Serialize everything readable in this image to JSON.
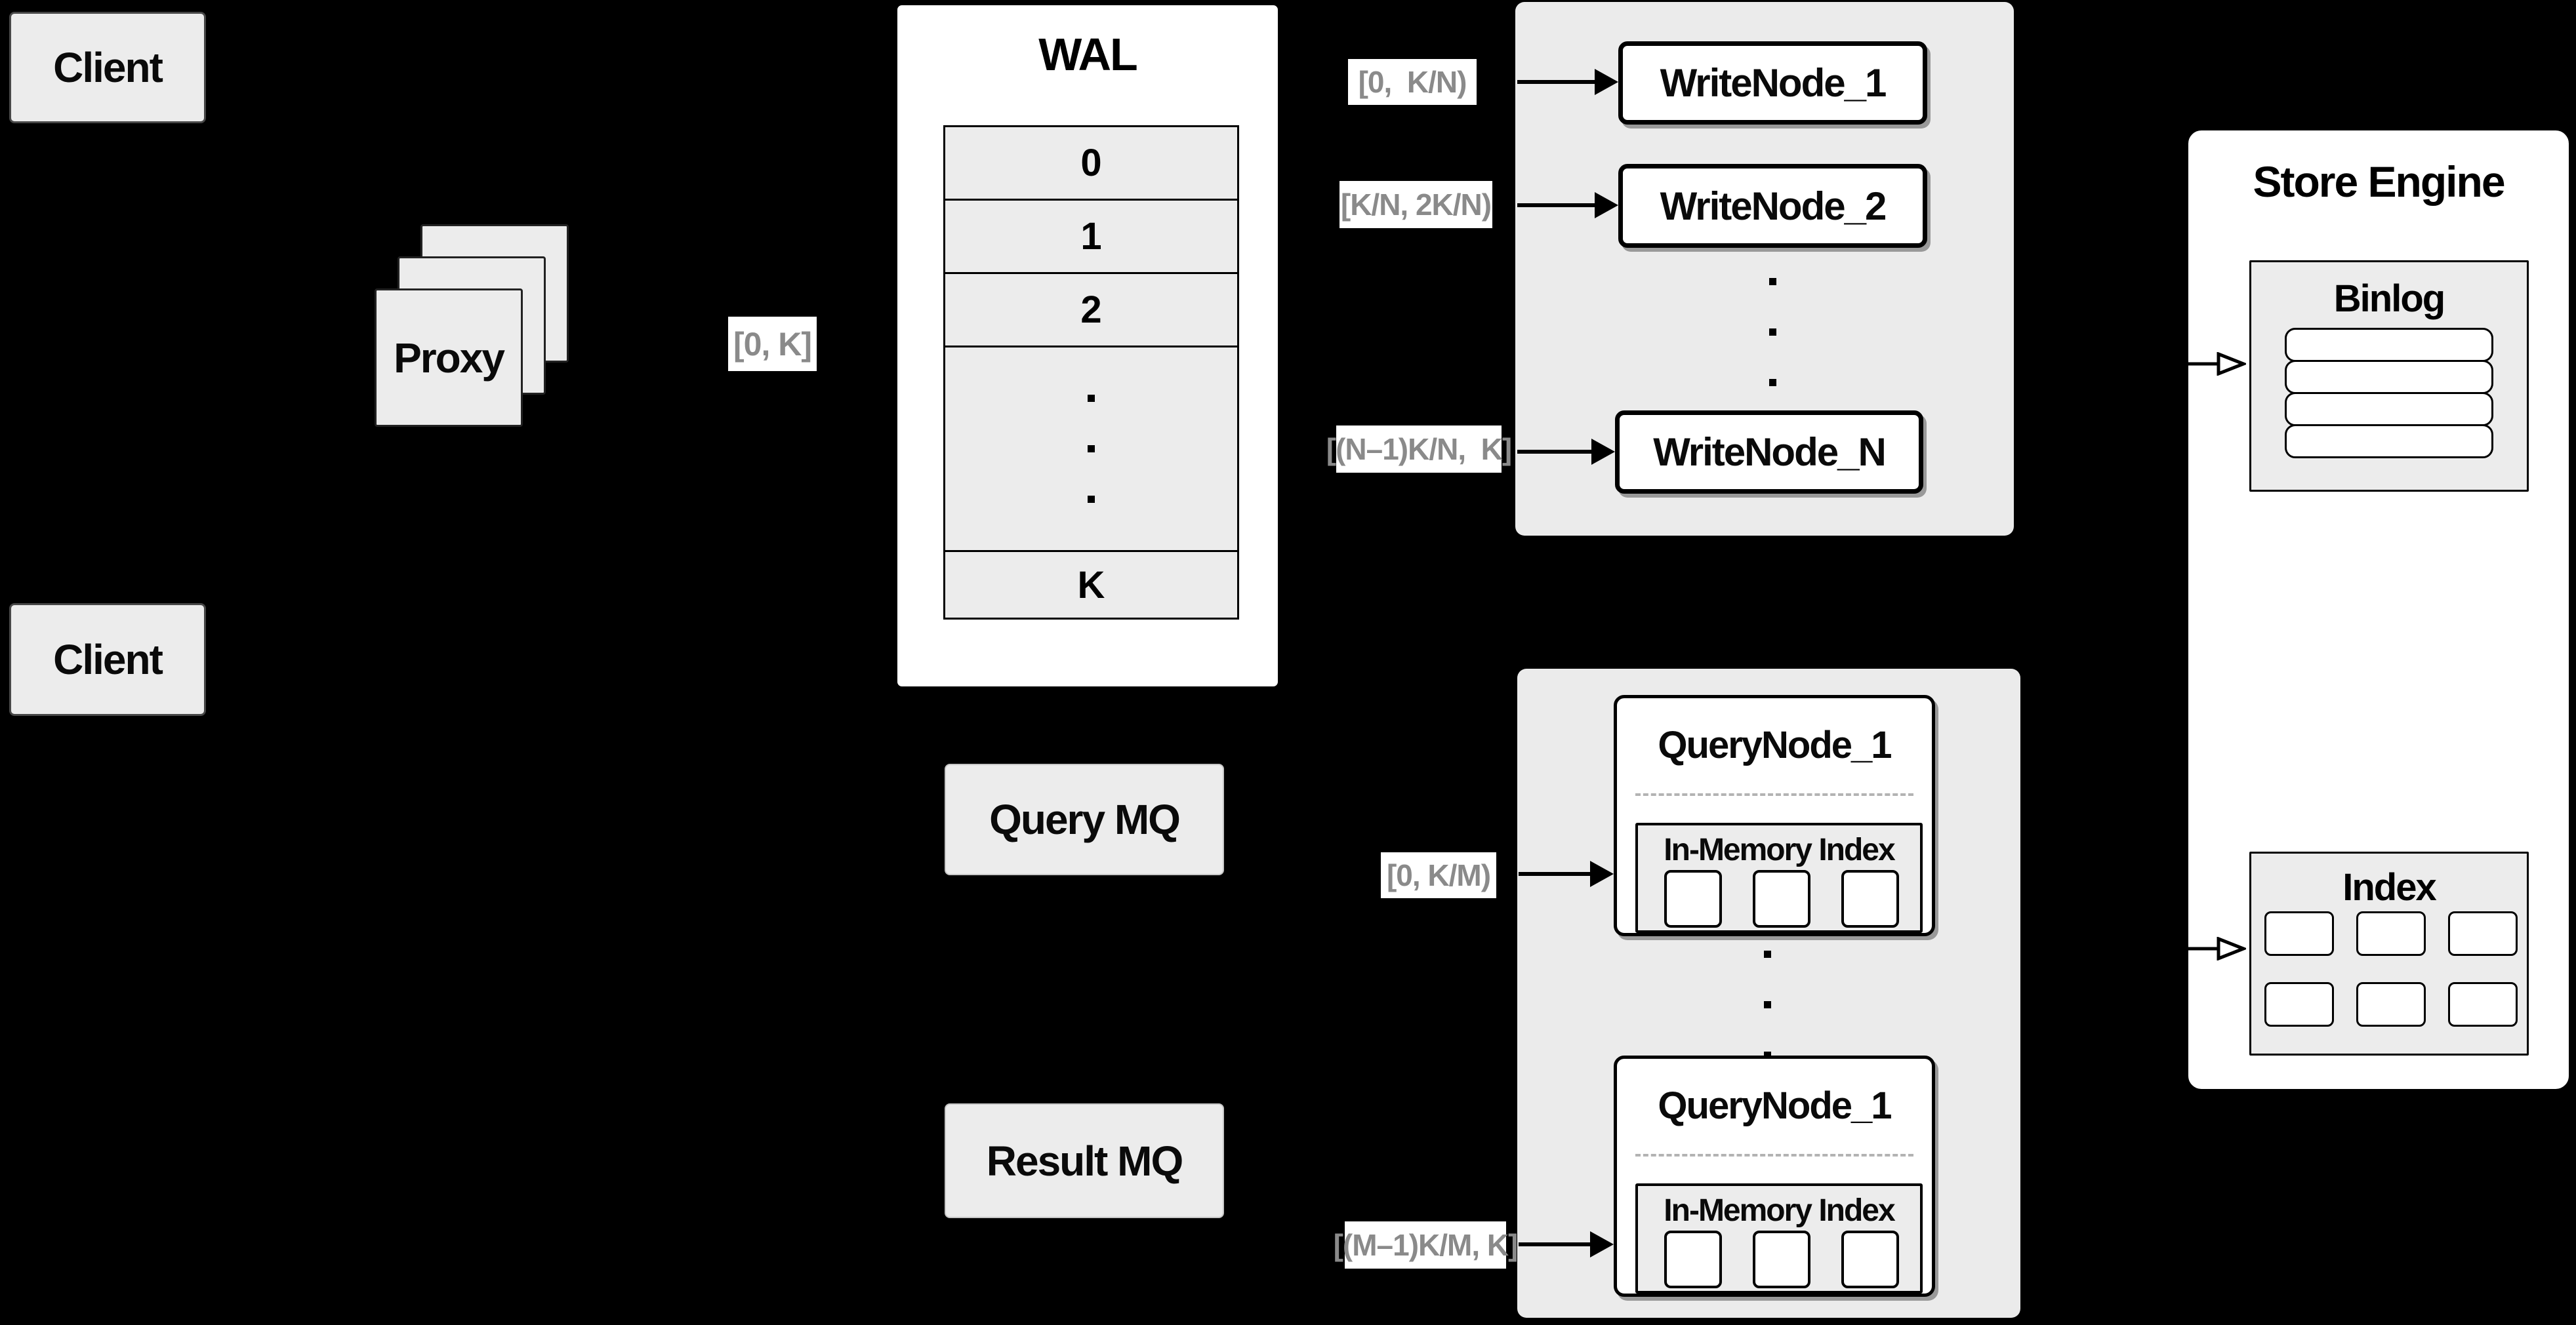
{
  "diagram": {
    "clients": {
      "top": "Client",
      "bottom": "Client"
    },
    "proxy": {
      "label": "Proxy"
    },
    "wal": {
      "title": "WAL",
      "rows": [
        "0",
        "1",
        "2"
      ],
      "tail_row": "K"
    },
    "range_labels": {
      "proxy_to_wal": "[0, K]",
      "writenode_1": "[0,  K/N)",
      "writenode_2": "[K/N, 2K/N)",
      "writenode_n": "[(N–1)K/N,  K]",
      "querynode_top": "[0, K/M)",
      "querynode_bottom": "[(M–1)K/M, K]"
    },
    "write_nodes": {
      "n1": "WriteNode_1",
      "n2": "WriteNode_2",
      "nn": "WriteNode_N"
    },
    "query_nodes": {
      "top": {
        "title": "QueryNode_1",
        "memory_box": "In-Memory Index"
      },
      "bottom": {
        "title": "QueryNode_1",
        "memory_box": "In-Memory Index"
      }
    },
    "mq": {
      "query": "Query MQ",
      "result": "Result MQ"
    },
    "store_engine": {
      "title": "Store Engine",
      "binlog": "Binlog",
      "index": "Index"
    },
    "colors": {
      "background": "#000000",
      "panel_gray": "#ebebeb",
      "box_gray": "#ececec",
      "white": "#ffffff",
      "border_black": "#000000",
      "label_text_gray": "#8a8a8a"
    }
  }
}
